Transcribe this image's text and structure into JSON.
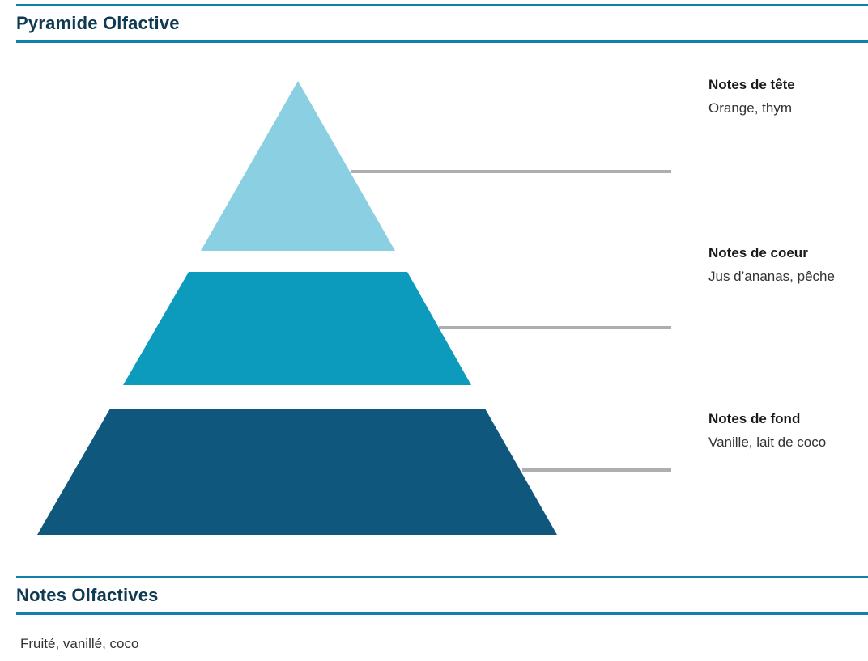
{
  "header": {
    "title": "Pyramide Olfactive"
  },
  "pyramid": {
    "levels": [
      {
        "id": "top",
        "title": "Notes de tête",
        "notes": "Orange, thym",
        "color": "#8BCFE3"
      },
      {
        "id": "heart",
        "title": "Notes de coeur",
        "notes": "Jus d’ananas, pêche",
        "color": "#0D9BBD"
      },
      {
        "id": "base",
        "title": "Notes de fond",
        "notes": "Vanille, lait de coco",
        "color": "#10577D"
      }
    ],
    "connector_color": "#ACAEB0"
  },
  "notes_section": {
    "title": "Notes Olfactives",
    "description": "Fruité, vanillé, coco"
  },
  "colors": {
    "accent_rule": "#137FAB",
    "heading_text": "#0F3A52"
  }
}
